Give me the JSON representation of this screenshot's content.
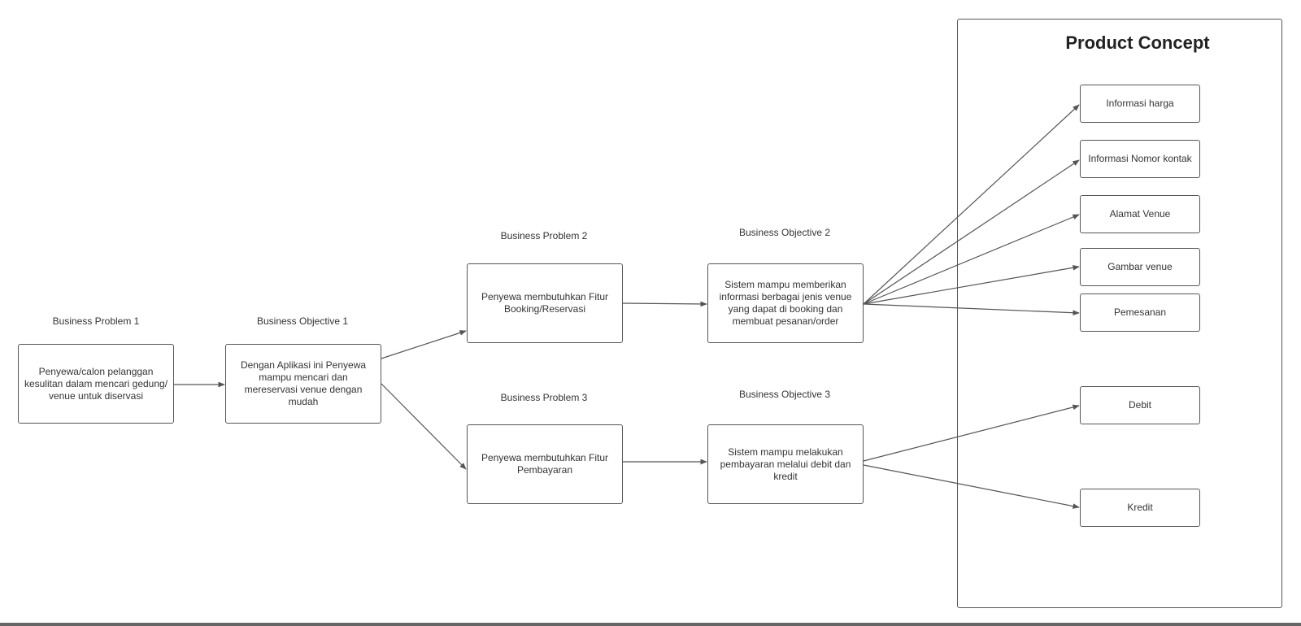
{
  "nodes": {
    "bp1": {
      "heading": "Business Problem 1",
      "text": "Penyewa/calon pelanggan kesulitan dalam mencari gedung/ venue untuk diservasi"
    },
    "bo1": {
      "heading": "Business Objective 1",
      "text": "Dengan Aplikasi ini Penyewa mampu mencari dan mereservasi venue dengan mudah"
    },
    "bp2": {
      "heading": "Business Problem 2",
      "text": "Penyewa membutuhkan Fitur Booking/Reservasi"
    },
    "bo2": {
      "heading": "Business Objective 2",
      "text": "Sistem mampu memberikan informasi berbagai jenis venue yang dapat di booking dan membuat pesanan/order"
    },
    "bp3": {
      "heading": "Business Problem 3",
      "text": "Penyewa membutuhkan Fitur Pembayaran"
    },
    "bo3": {
      "heading": "Business Objective 3",
      "text": "Sistem mampu melakukan pembayaran melalui debit dan kredit"
    }
  },
  "product_concept": {
    "title": "Product Concept",
    "items": [
      "Informasi harga",
      "Informasi Nomor kontak",
      "Alamat Venue",
      "Gambar venue",
      "Pemesanan",
      "Debit",
      "Kredit"
    ]
  },
  "colors": {
    "stroke": "#555555",
    "text": "#333333",
    "background": "#ffffff"
  }
}
